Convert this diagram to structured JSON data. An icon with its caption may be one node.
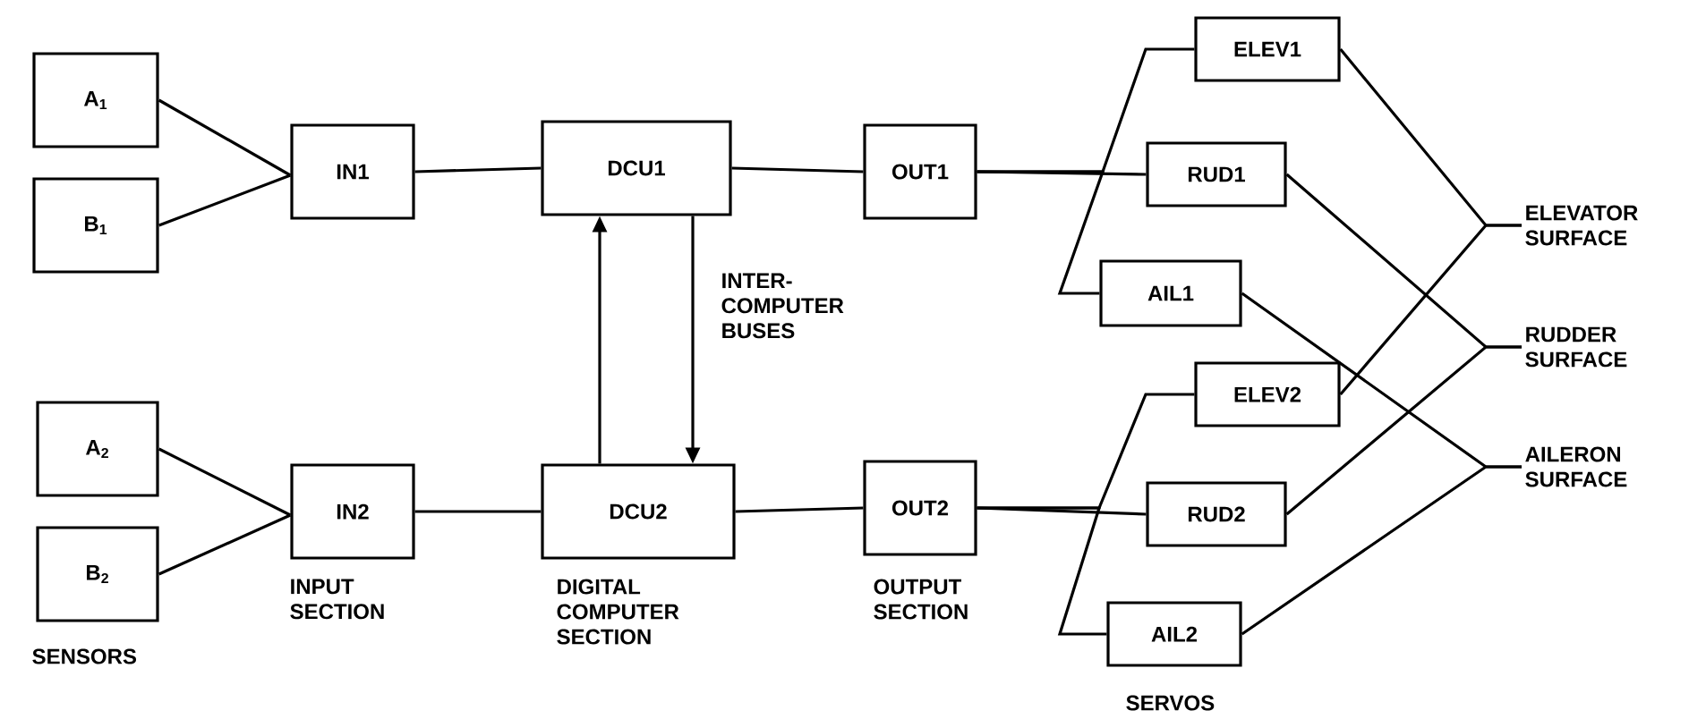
{
  "diagram": {
    "nodes": [
      {
        "text": [
          "A$_{1}$"
        ]
      },
      {
        "text": [
          "B$_{1}$"
        ]
      },
      {
        "text": [
          "A$_{2}$"
        ]
      },
      {
        "text": [
          "B$_{2}$"
        ]
      },
      {
        "text": [
          "IN1"
        ]
      },
      {
        "text": [
          "IN2"
        ]
      },
      {
        "text": [
          "DCU1"
        ]
      },
      {
        "text": [
          "DCU2"
        ]
      },
      {
        "text": [
          "OUT1"
        ]
      },
      {
        "text": [
          "OUT2"
        ]
      },
      {
        "text": [
          "ELEV1"
        ]
      },
      {
        "text": [
          "RUD1"
        ]
      },
      {
        "text": [
          "AIL1"
        ]
      },
      {
        "text": [
          "ELEV2"
        ]
      },
      {
        "text": [
          "RUD2"
        ]
      },
      {
        "text": [
          "AIL2"
        ]
      },
      {
        "text": [
          "ELEVATOR SURFACE"
        ]
      },
      {
        "text": [
          "RUDDER SURFACE"
        ]
      },
      {
        "text": [
          "AILERON SURFACE"
        ]
      }
    ],
    "edges": [
      {
        "from": 0,
        "to": 4,
        "arrow": "none"
      },
      {
        "from": 1,
        "to": 4,
        "arrow": "none"
      },
      {
        "from": 2,
        "to": 5,
        "arrow": "none"
      },
      {
        "from": 3,
        "to": 5,
        "arrow": "none"
      },
      {
        "from": 4,
        "to": 6,
        "arrow": "none"
      },
      {
        "from": 5,
        "to": 7,
        "arrow": "none"
      },
      {
        "from": 7,
        "to": 6,
        "arrow": "to"
      },
      {
        "from": 6,
        "to": 7,
        "arrow": "to"
      },
      {
        "from": 6,
        "to": 8,
        "arrow": "none"
      },
      {
        "from": 7,
        "to": 9,
        "arrow": "none"
      },
      {
        "from": 8,
        "to": 10,
        "arrow": "none"
      },
      {
        "from": 8,
        "to": 11,
        "arrow": "none"
      },
      {
        "from": 8,
        "to": 12,
        "arrow": "none"
      },
      {
        "from": 9,
        "to": 13,
        "arrow": "none"
      },
      {
        "from": 9,
        "to": 14,
        "arrow": "none"
      },
      {
        "from": 9,
        "to": 15,
        "arrow": "none"
      },
      {
        "from": 10,
        "to": 16,
        "arrow": "none"
      },
      {
        "from": 13,
        "to": 16,
        "arrow": "none"
      },
      {
        "from": 11,
        "to": 17,
        "arrow": "none"
      },
      {
        "from": 14,
        "to": 17,
        "arrow": "none"
      },
      {
        "from": 12,
        "to": 18,
        "arrow": "none"
      },
      {
        "from": 15,
        "to": 18,
        "arrow": "none"
      }
    ],
    "labels": [
      "INTER- COMPUTER BUSES",
      "INPUT SECTION",
      "DIGITAL COMPUTER SECTION",
      "OUTPUT SECTION",
      "SENSORS",
      "SERVOS"
    ]
  }
}
